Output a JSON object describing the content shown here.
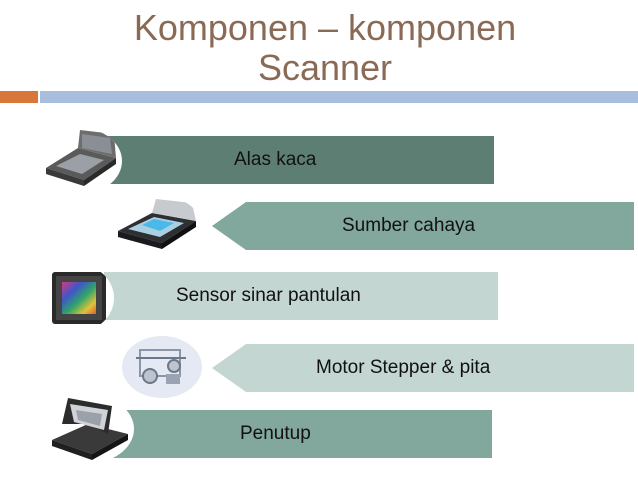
{
  "slide": {
    "title_line1": "Komponen – komponen",
    "title_line2": "Scanner"
  },
  "items": [
    {
      "label": "Alas kaca",
      "icon": "flatbed-scanner-icon"
    },
    {
      "label": "Sumber cahaya",
      "icon": "scanner-light-icon"
    },
    {
      "label": "Sensor sinar pantulan",
      "icon": "image-sensor-icon"
    },
    {
      "label": "Motor Stepper & pita",
      "icon": "stepper-motor-icon"
    },
    {
      "label": "Penutup",
      "icon": "scanner-lid-icon"
    }
  ],
  "colors": {
    "title": "#8a6a55",
    "accent_orange": "#d9773b",
    "accent_blue": "#a7bedd",
    "bar_dark": "#5d7f73",
    "bar_mid": "#82a79c",
    "bar_light": "#c3d6d1"
  }
}
